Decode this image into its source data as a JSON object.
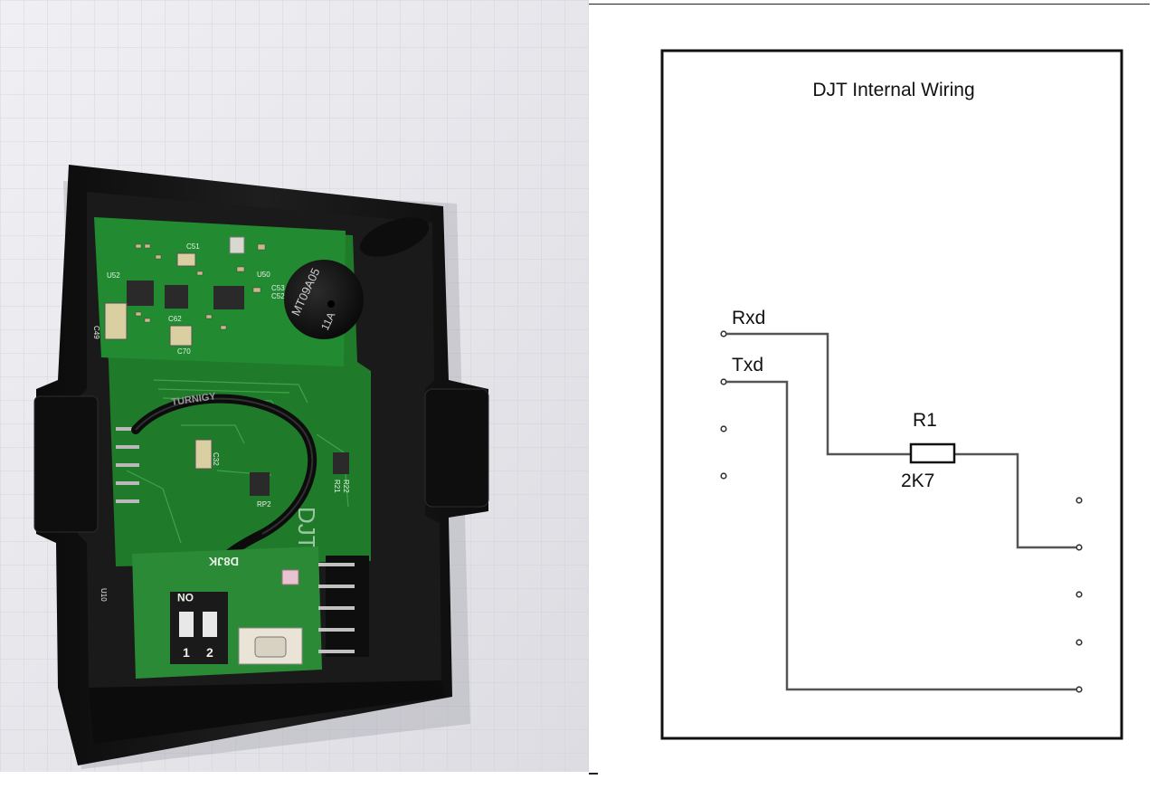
{
  "diagram": {
    "title": "DJT Internal Wiring",
    "pins": {
      "rxd": "Rxd",
      "txd": "Txd"
    },
    "resistor": {
      "ref": "R1",
      "value": "2K7"
    }
  },
  "photo": {
    "labels": {
      "buzzer_line1": "MT09A05",
      "buzzer_line2": "11A",
      "cable_brand": "TURNIGY",
      "module_name": "D8JK",
      "dip_on": "ON",
      "dip_1": "1",
      "dip_2": "2",
      "ic_u52": "U52",
      "ic_u50": "U50",
      "cap_c51": "C51",
      "cap_c52": "C52",
      "cap_c53": "C53",
      "cap_c62": "C62",
      "cap_c70": "C70",
      "cap_c32": "C32",
      "cap_c49": "C49",
      "res_r21": "R21",
      "res_r22": "R22",
      "res_rp2": "RP2",
      "ic_u10": "U10",
      "board_djt": "DJT"
    }
  },
  "colors": {
    "pcb_green": "#1f7a2a",
    "pcb_dark": "#0f4d18",
    "case_black": "#141414",
    "grid_paper": "#e9e9ee",
    "wire_gray": "#6a6a6a"
  }
}
